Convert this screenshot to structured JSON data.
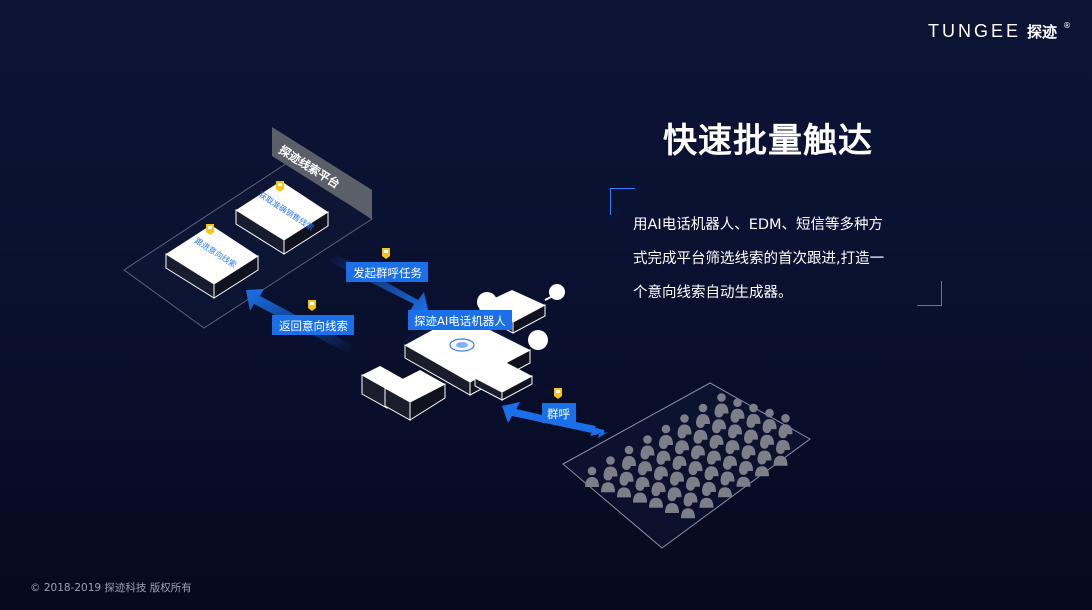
{
  "logo": {
    "brand_en": "TUNGEE",
    "brand_cn": "探迹",
    "reg": "®"
  },
  "title": "快速批量触达",
  "description": {
    "line1": "用AI电话机器人、EDM、短信等多种方",
    "line2": "式完成平台筛选线索的首次跟进,打造一",
    "line3": "个意向线索自动生成器。"
  },
  "diagram": {
    "platform_label": "探迹线索平台",
    "box1_label": "获取准确销售线索",
    "box2_label": "跟进意向线索",
    "send_task_label": "发起群呼任务",
    "return_label": "返回意向线索",
    "robot_label": "探迹AI电话机器人",
    "group_call_label": "群呼"
  },
  "footer": {
    "copyright": "© 2018-2019 探迹科技 版权所有"
  },
  "colors": {
    "accent": "#1b6fe8",
    "frame_blue": "#2f7cff",
    "background": "#0a1131",
    "pin_yellow": "#f5c518"
  }
}
